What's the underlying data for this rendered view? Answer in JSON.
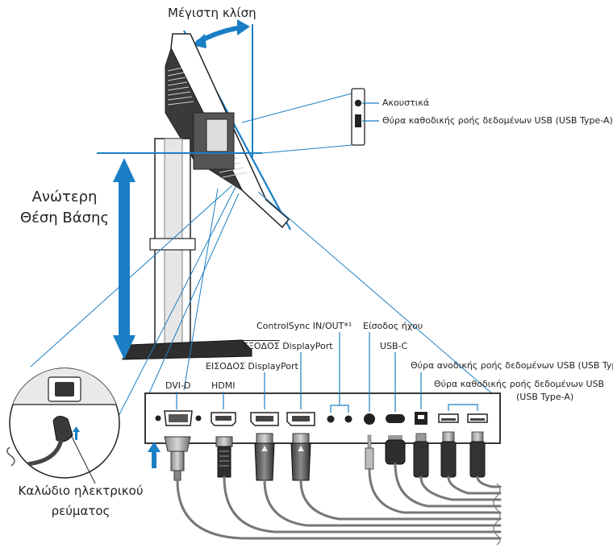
{
  "labels": {
    "max_tilt": "Μέγιστη κλίση",
    "headphones": "Ακουστικά",
    "usb_down_side": "Θύρα καθοδικής ροής δεδομένων USB (USB Type-A)",
    "upper_stand_line1": "Ανώτερη",
    "upper_stand_line2": "Θέση Βάσης",
    "controlsync": "ControlSync IN/OUT*¹",
    "audio_in": "Είσοδος ήχου",
    "dp_out_prefix": "ΕΞΟΔΟΣ",
    "dp_out_suffix": " DisplayPort",
    "usb_c": "USB-C",
    "usb_up": "Θύρα ανοδικής ροής δεδομένων USB (USB Type-B)",
    "usb_down_line1": "Θύρα καθοδικής ροής δεδομένων USB",
    "usb_down_line2": "(USB Type-A)",
    "dvi_d": "DVI-D",
    "hdmi": "HDMI",
    "dp_in": "ΕΙΣΟΔΟΣ DisplayPort",
    "power_cable_line1": "Καλώδιο ηλεκτρικού",
    "power_cable_line2": "ρεύματος"
  }
}
